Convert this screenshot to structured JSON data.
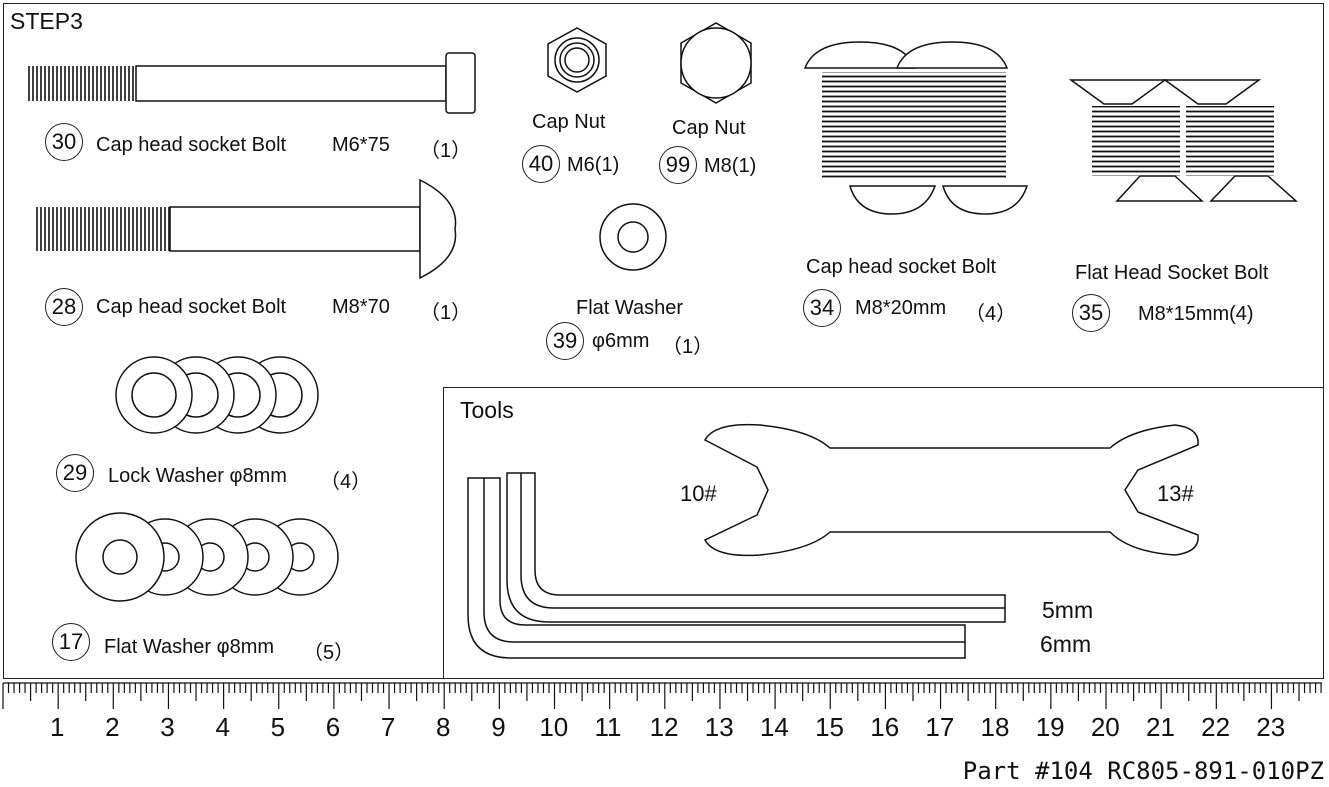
{
  "step_title": "STEP3",
  "parts": {
    "p30": {
      "number": "30",
      "name": "Cap head socket Bolt",
      "spec": "M6*75",
      "qty": "（1）"
    },
    "p28": {
      "number": "28",
      "name": "Cap head socket Bolt",
      "spec": "M8*70",
      "qty": "（1）"
    },
    "p29": {
      "number": "29",
      "name": "Lock Washer φ8mm",
      "qty": "（4）"
    },
    "p17": {
      "number": "17",
      "name": "Flat Washer φ8mm",
      "qty": "（5）"
    },
    "p40": {
      "number": "40",
      "name": "Cap Nut",
      "spec": "M6(1)"
    },
    "p99": {
      "number": "99",
      "name": "Cap Nut",
      "spec": "M8(1)"
    },
    "p39": {
      "number": "39",
      "name": "Flat Washer",
      "spec": "φ6mm",
      "qty": "（1）"
    },
    "p34": {
      "number": "34",
      "name": "Cap head socket Bolt",
      "spec": "M8*20mm",
      "qty": "（4）"
    },
    "p35": {
      "number": "35",
      "name": "Flat Head Socket Bolt",
      "spec": "M8*15mm(4)"
    }
  },
  "tools": {
    "title": "Tools",
    "wrench_left": "10#",
    "wrench_right": "13#",
    "hex_key_1": "5mm",
    "hex_key_2": "6mm"
  },
  "ruler": {
    "labels": [
      "1",
      "2",
      "3",
      "4",
      "5",
      "6",
      "7",
      "8",
      "9",
      "10",
      "11",
      "12",
      "13",
      "14",
      "15",
      "16",
      "17",
      "18",
      "19",
      "20",
      "21",
      "22",
      "23"
    ]
  },
  "footer": "Part #104 RC805-891-010PZ"
}
